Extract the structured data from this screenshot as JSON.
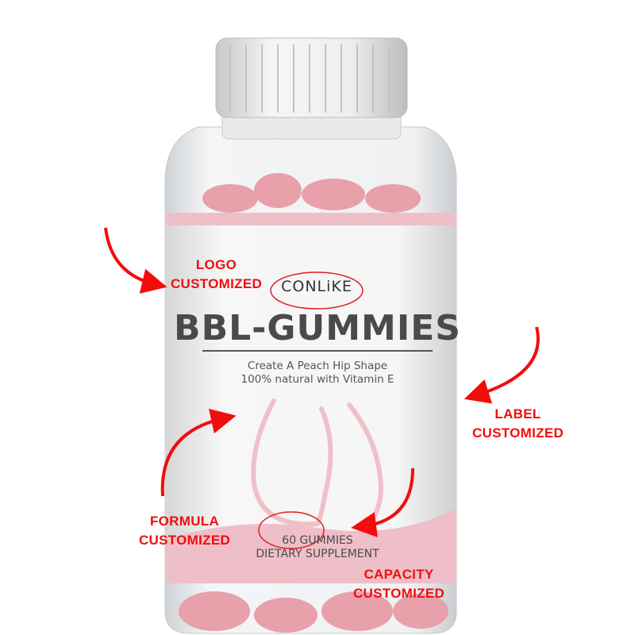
{
  "product": {
    "logo": "CONLiKE",
    "name": "BBL-GUMMIES",
    "tagline_1": "Create A Peach Hip Shape",
    "tagline_2": "100% natural with Vitamin E",
    "count": "60 GUMMIES",
    "type": "DIETARY SUPPLEMENT"
  },
  "annotations": {
    "logo": [
      "LOGO",
      "CUSTOMIZED"
    ],
    "label": [
      "LABEL",
      "CUSTOMIZED"
    ],
    "formula": [
      "FORMULA",
      "CUSTOMIZED"
    ],
    "capacity": [
      "CAPACITY",
      "CUSTOMIZED"
    ]
  },
  "colors": {
    "annotation": "#f20d0d",
    "label_pink": "#eebfc8",
    "gummy": "#e8a0ab"
  }
}
